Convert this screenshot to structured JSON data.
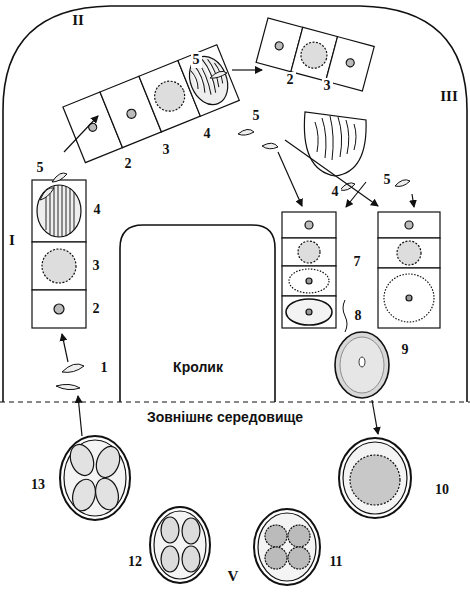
{
  "diagram": {
    "labels": [
      "II",
      "5",
      "2",
      "3",
      "III",
      "5",
      "2",
      "3",
      "4",
      "5",
      "4",
      "5",
      "4",
      "I",
      "7",
      "3",
      "2",
      "8",
      "1",
      "9",
      "Кролик",
      "Зовнішнє середовище",
      "13",
      "10",
      "12",
      "11",
      "V"
    ]
  }
}
